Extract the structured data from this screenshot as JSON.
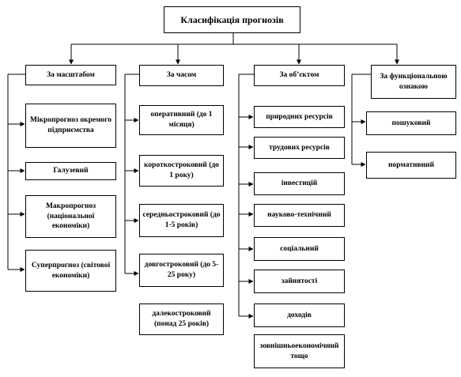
{
  "title": "Класифікація прогнозів",
  "columns": [
    {
      "header": "За масштабом",
      "items": [
        "Мікропрогноз окремого підприємства",
        "Галузевий",
        "Макропрогноз (національної економіки)",
        "Суперпрогноз (світової економіки)"
      ]
    },
    {
      "header": "За часом",
      "items": [
        "оперативний (до 1 місяця)",
        "короткостроковий (до 1 року)",
        "середньостроковий (до 1-5 років)",
        "довгостроковий (до 5-25 року)",
        "далекостроковий (понад 25 років)"
      ]
    },
    {
      "header": "За об’єктом",
      "items": [
        "природних ресурсів",
        "трудових ресурсів",
        "інвестицій",
        "науково-технічний",
        "соціальний",
        "зайнятості",
        "доходів",
        "зовнішньоекономічний тощо"
      ]
    },
    {
      "header": "За функціональною ознакою",
      "items": [
        "пошуковий",
        "нормативний"
      ]
    }
  ]
}
